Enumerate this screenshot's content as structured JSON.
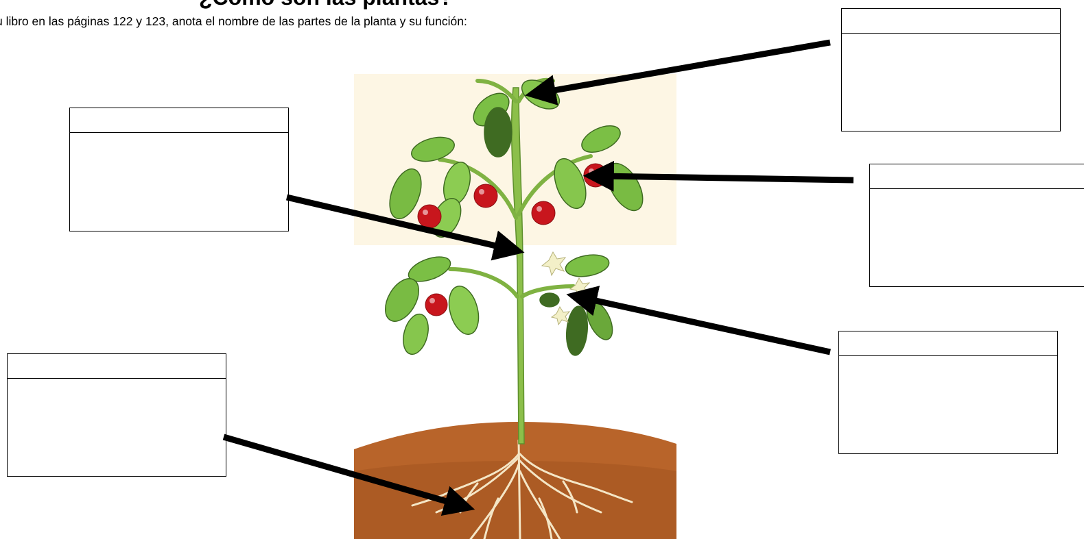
{
  "header": {
    "title": "¿Cómo son las plantas?",
    "instruction": "u libro en las páginas 122 y 123, anota el nombre de las partes de la planta y su función:"
  },
  "label_boxes": [
    {
      "id": "leaf",
      "name": "",
      "function": ""
    },
    {
      "id": "stem",
      "name": "",
      "function": ""
    },
    {
      "id": "fruit",
      "name": "",
      "function": ""
    },
    {
      "id": "flower",
      "name": "",
      "function": ""
    },
    {
      "id": "root",
      "name": "",
      "function": ""
    }
  ],
  "colors": {
    "stem": "#8cbf4a",
    "leaf": "#6aa83a",
    "leaf_dark": "#3f6b22",
    "fruit": "#c8161d",
    "soil": "#b8642a",
    "root": "#f4e6c6",
    "flower": "#f3f0c8",
    "arrow": "#000000"
  }
}
